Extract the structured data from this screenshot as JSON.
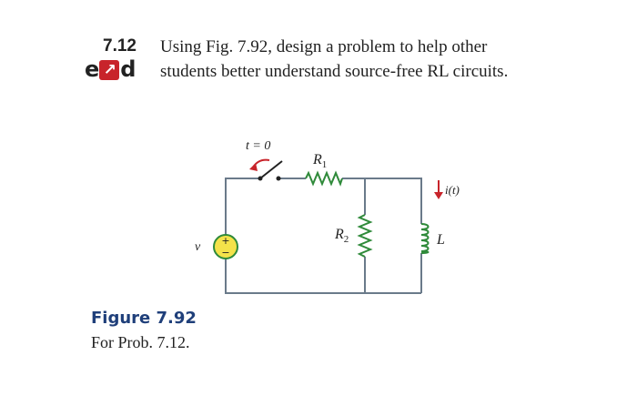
{
  "problem": {
    "number": "7.12",
    "line1": "Using Fig. 7.92, design a problem to help other",
    "line2": "students better understand source-free RL circuits.",
    "badge": {
      "left": "e",
      "middle": "↗",
      "right": "d"
    }
  },
  "figure": {
    "title": "Figure 7.92",
    "caption": "For Prob. 7.12.",
    "labels": {
      "switch_time": "t = 0",
      "r1": "R",
      "r1_sub": "1",
      "r2": "R",
      "r2_sub": "2",
      "source": "v",
      "current": "i(t)",
      "inductor": "L",
      "plus": "+",
      "minus": "−"
    },
    "colors": {
      "accent_red": "#c8242b",
      "caption_blue": "#1f3f7a",
      "component_green": "#2f8a3a",
      "wire": "#6a7a8a"
    }
  }
}
